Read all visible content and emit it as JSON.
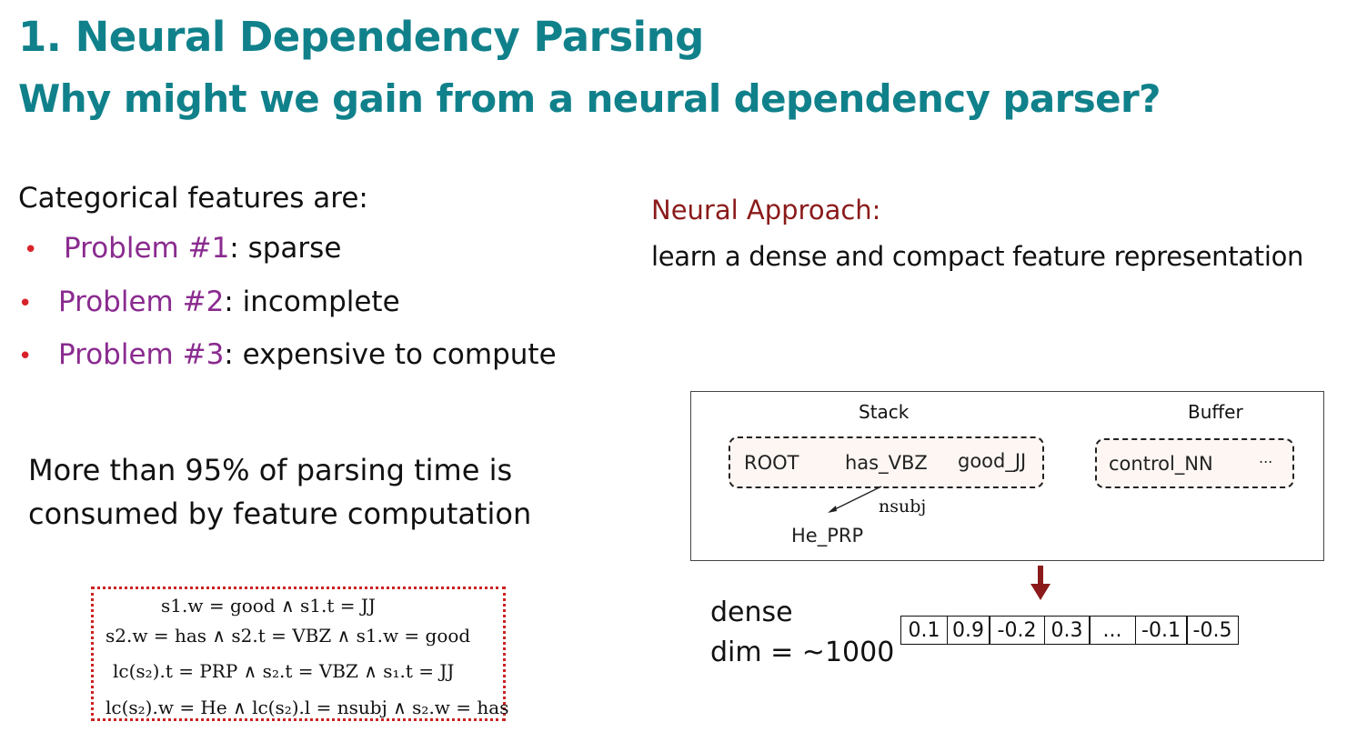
{
  "header": {
    "title": "1. Neural Dependency Parsing",
    "subtitle": "Why might we gain from a neural dependency parser?"
  },
  "left": {
    "categorical_heading": "Categorical features are:",
    "problems": [
      {
        "label": "Problem #1",
        "text": ":  sparse"
      },
      {
        "label": "Problem #2",
        "text": ":  incomplete"
      },
      {
        "label": "Problem #3",
        "text": ":  expensive to compute"
      }
    ],
    "bullet": "•",
    "parsing_time": [
      "More than 95% of parsing time is",
      "consumed by feature computation"
    ]
  },
  "features": [
    "s1.w = good ∧ s1.t = JJ",
    "s2.w = has ∧ s2.t = VBZ ∧ s1.w = good",
    "lc(s₂).t = PRP ∧ s₂.t = VBZ ∧ s₁.t = JJ",
    "lc(s₂).w = He ∧ lc(s₂).l = nsubj ∧ s₂.w = has"
  ],
  "right": {
    "neural_label": "Neural Approach:",
    "neural_desc": "learn a dense and compact feature representation"
  },
  "diagram": {
    "stack_label": "Stack",
    "buffer_label": "Buffer",
    "stack_tokens": [
      "ROOT",
      "has_VBZ",
      "good_JJ"
    ],
    "buffer_tokens": [
      "control_NN",
      "..."
    ],
    "dependent": "He_PRP",
    "relation": "nsubj"
  },
  "dense": {
    "line1": "dense",
    "line2": "dim = ~1000",
    "vector": [
      "0.1",
      "0.9",
      "-0.2",
      "0.3",
      "...",
      "-0.1",
      "-0.5"
    ]
  },
  "colors": {
    "title": "#10818b",
    "problem_label": "#8a2b8f",
    "bullet": "#d8222a",
    "neural_label": "#8b1a1a",
    "arrow": "#8b1a1a"
  }
}
